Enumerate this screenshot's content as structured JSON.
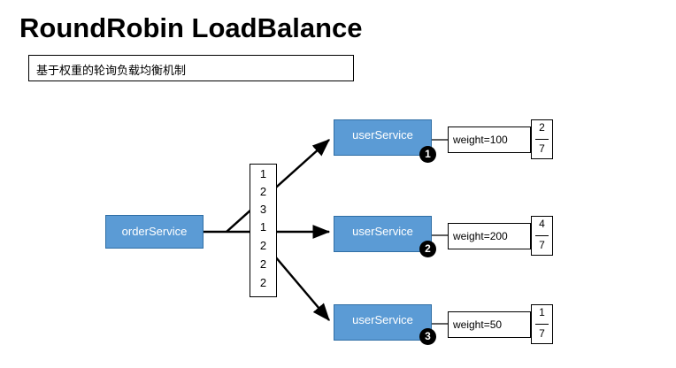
{
  "title": "RoundRobin LoadBalance",
  "subtitle": "基于权重的轮询负载均衡机制",
  "source_node": {
    "label": "orderService"
  },
  "sequence": [
    "1",
    "2",
    "3",
    "1",
    "2",
    "2",
    "2"
  ],
  "branches": [
    {
      "node_label": "userService",
      "badge": "1",
      "weight": "weight=100",
      "ratio_numerator": "2",
      "ratio_denominator": "7"
    },
    {
      "node_label": "userService",
      "badge": "2",
      "weight": "weight=200",
      "ratio_numerator": "4",
      "ratio_denominator": "7"
    },
    {
      "node_label": "userService",
      "badge": "3",
      "weight": "weight=50",
      "ratio_numerator": "1",
      "ratio_denominator": "7"
    }
  ],
  "colors": {
    "node_fill": "#5b9bd5",
    "node_text": "#ffffff",
    "badge_fill": "#000000",
    "line": "#000000",
    "background": "#ffffff"
  }
}
